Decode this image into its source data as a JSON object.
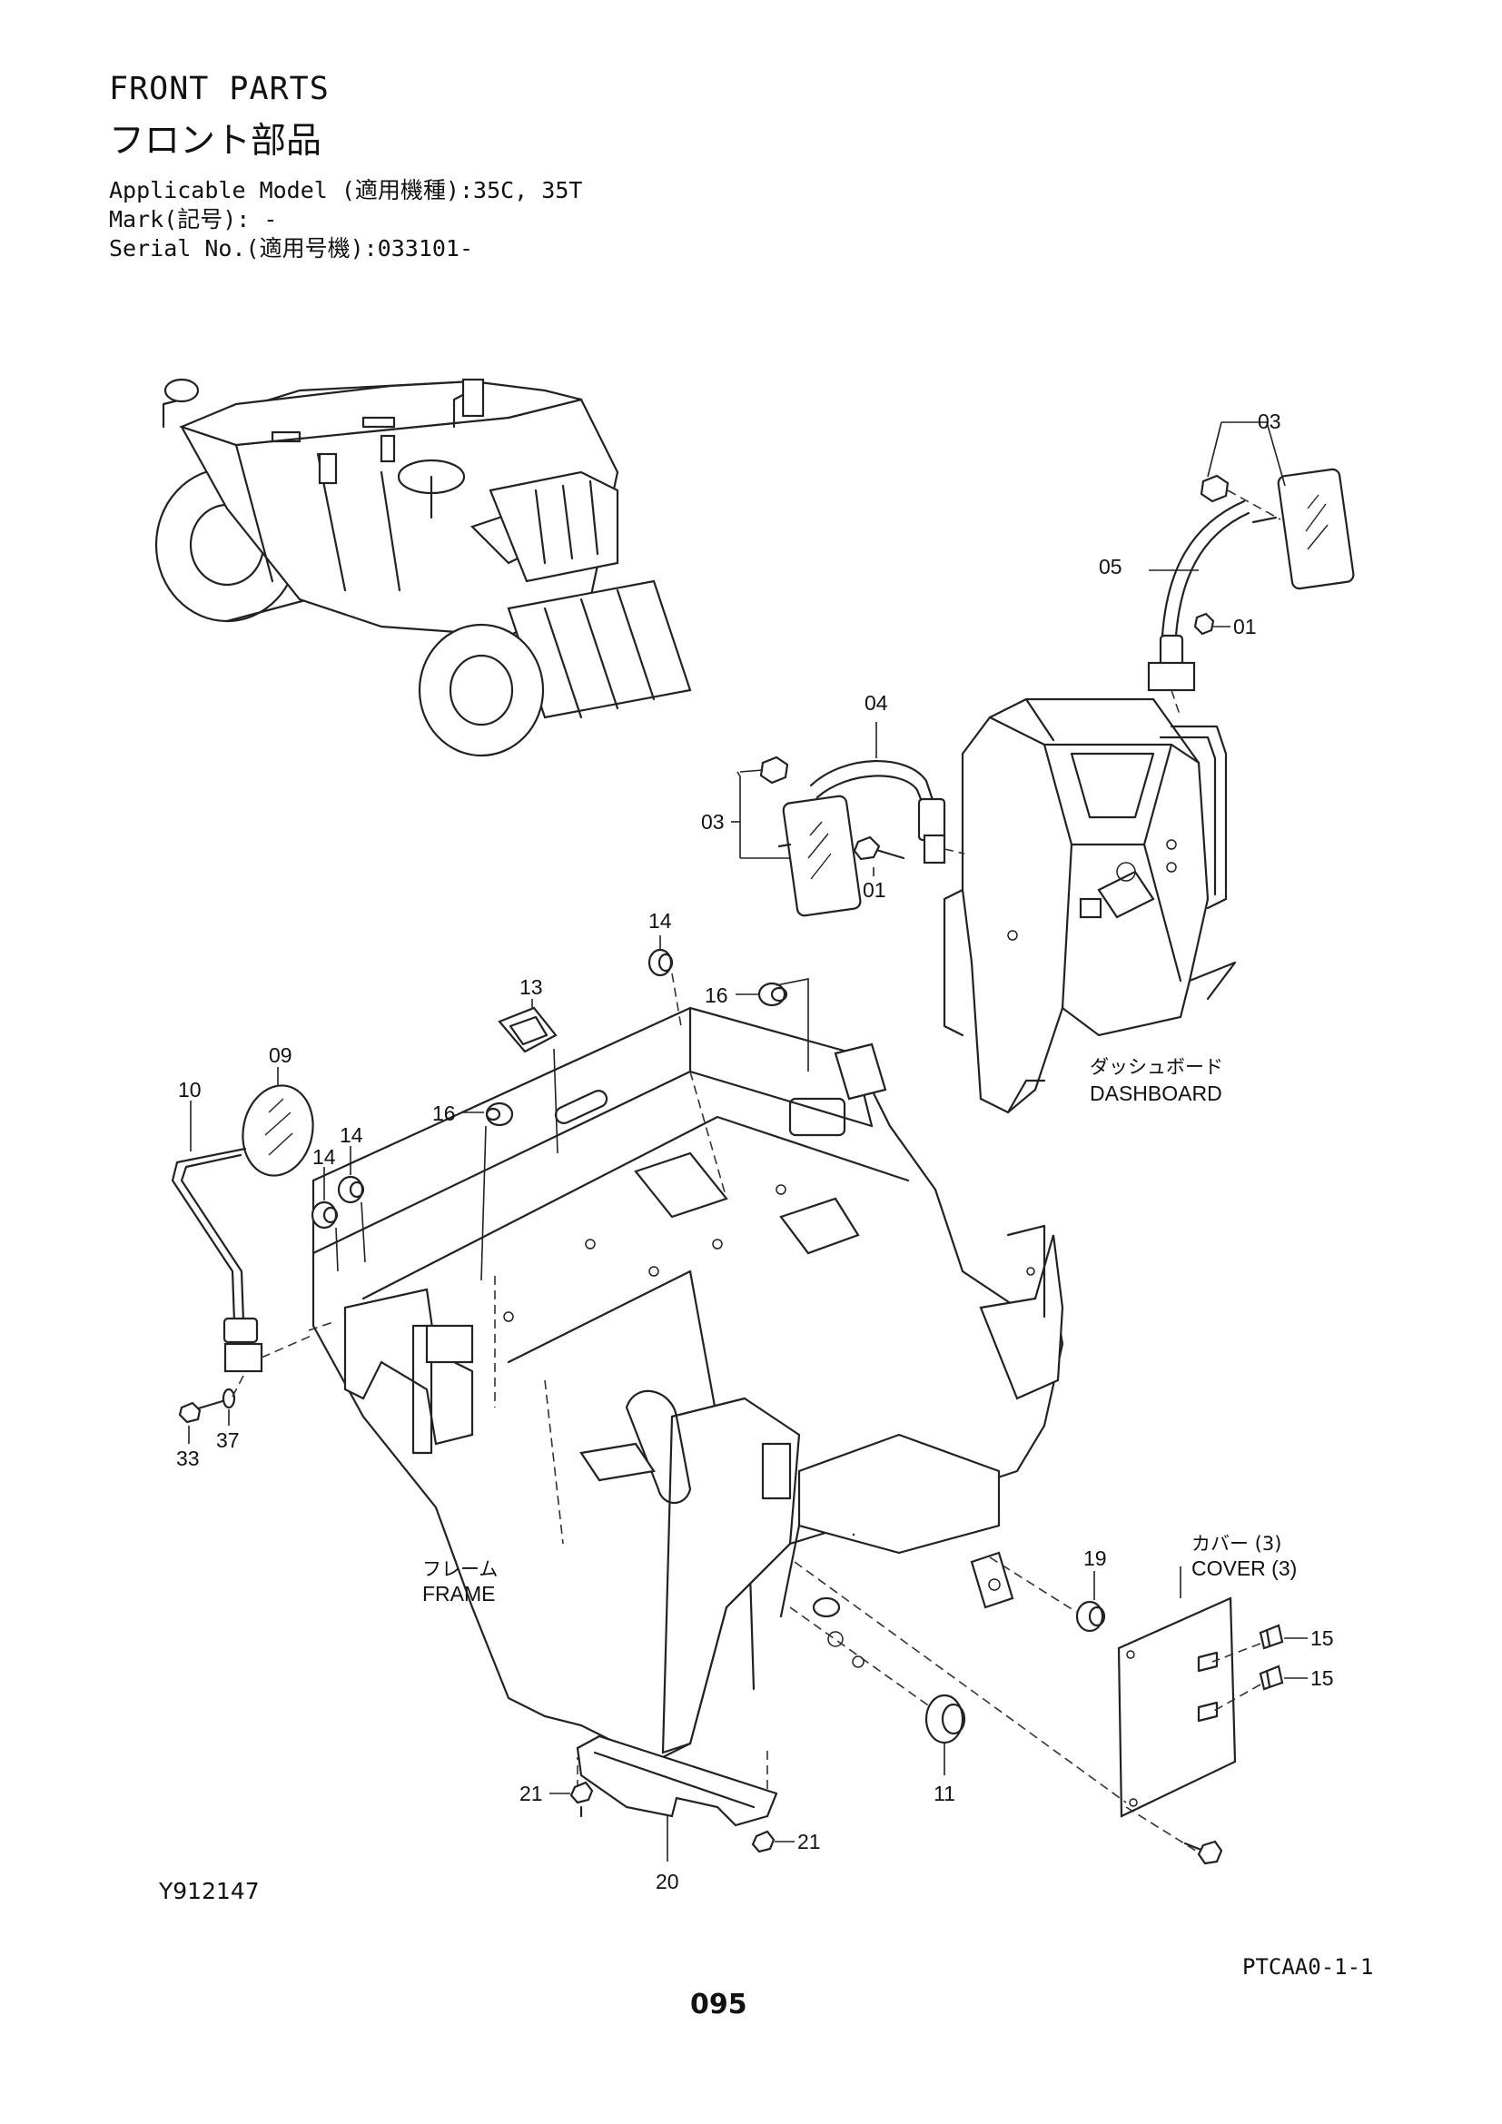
{
  "header": {
    "title_en": "FRONT PARTS",
    "title_jp": "フロント部品",
    "model": "Applicable Model (適用機種):35C, 35T",
    "mark": "Mark(記号): -",
    "serial": "Serial No.(適用号機):033101-"
  },
  "callouts": {
    "c03_top": "03",
    "c05": "05",
    "c01_top": "01",
    "c04": "04",
    "c03_left": "03",
    "c01_mid": "01",
    "c14_top": "14",
    "c16_top": "16",
    "c13": "13",
    "c09": "09",
    "c10": "10",
    "c16_left": "16",
    "c14_a": "14",
    "c14_b": "14",
    "c33": "33",
    "c37": "37",
    "c19": "19",
    "c15_a": "15",
    "c15_b": "15",
    "c11": "11",
    "c21_left": "21",
    "c21_right": "21",
    "c20": "20"
  },
  "labels": {
    "dashboard_jp": "ダッシュボード",
    "dashboard_en": "DASHBOARD",
    "frame_jp": "フレーム",
    "frame_en": "FRAME",
    "cover_jp": "カバー (3)",
    "cover_en": "COVER (3)"
  },
  "footer": {
    "drawing_code": "Y912147",
    "ref": "PTCAA0-1-1",
    "page": "095"
  }
}
